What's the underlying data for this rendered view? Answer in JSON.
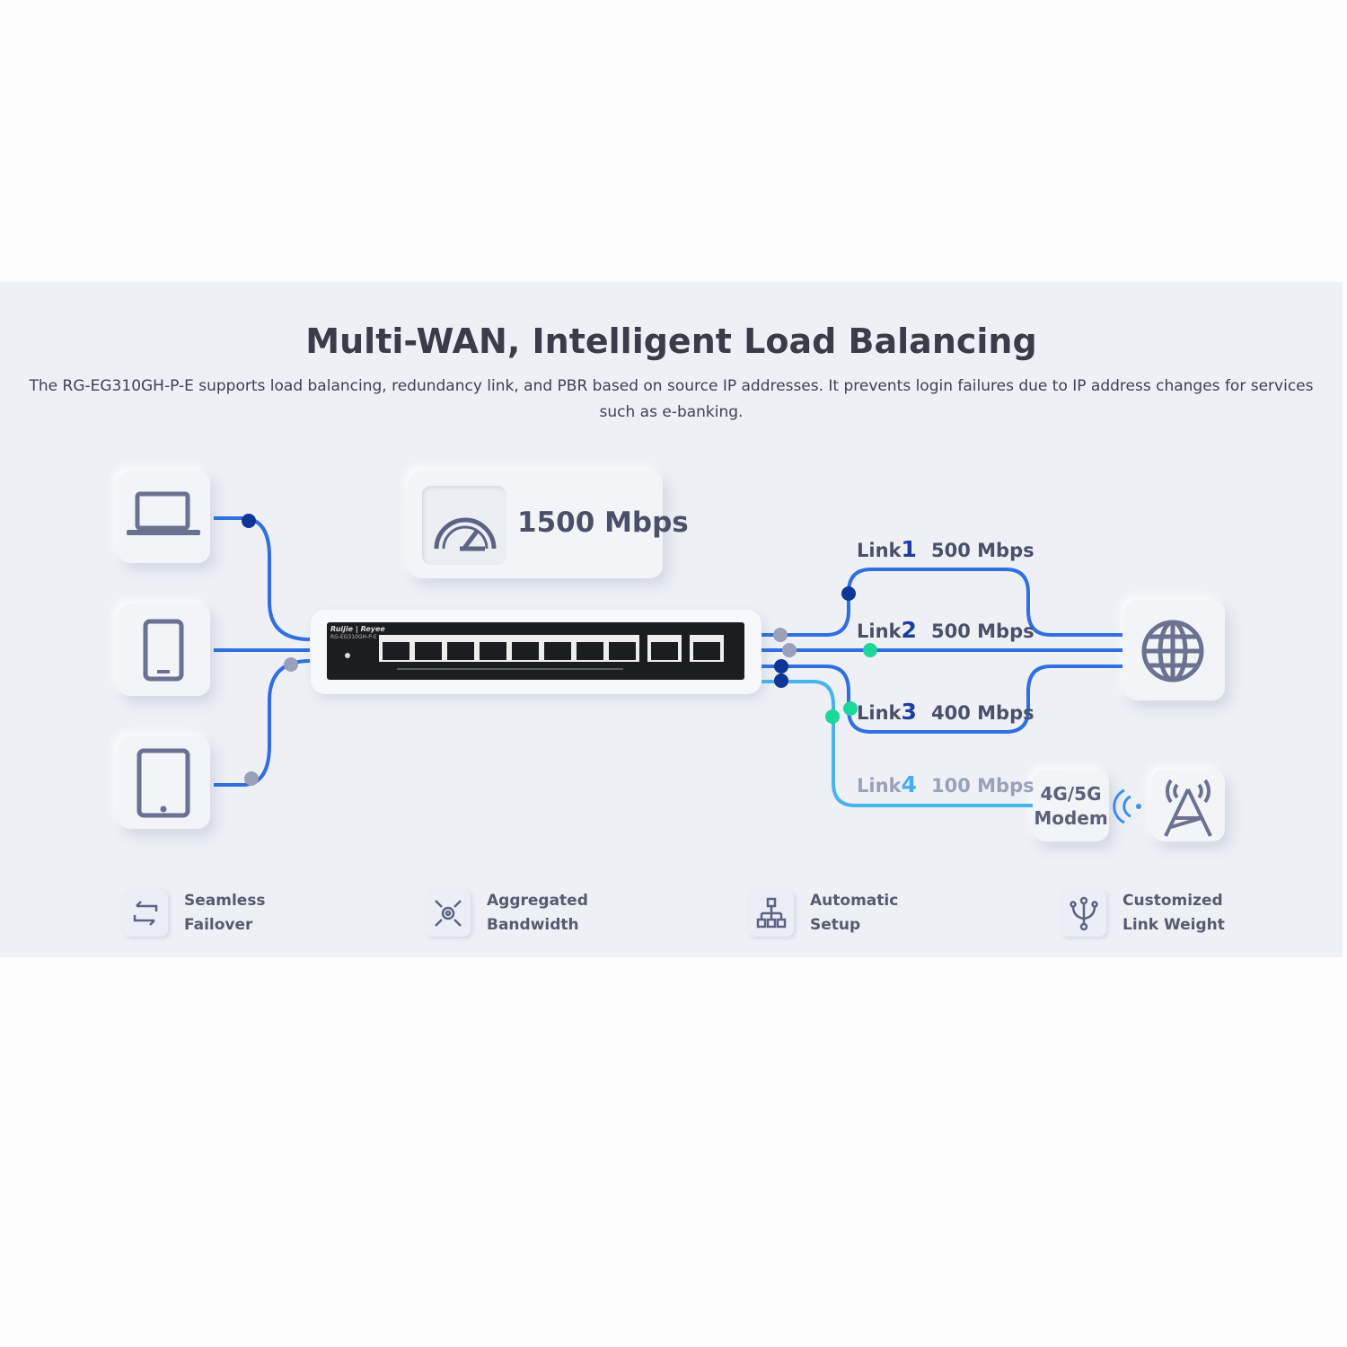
{
  "header": {
    "title": "Multi-WAN, Intelligent Load Balancing",
    "description": "The RG-EG310GH-P-E supports load balancing, redundancy link, and PBR based on source IP addresses. It prevents login failures due to IP address changes for services such as e-banking."
  },
  "diagram": {
    "total_speed": "1500 Mbps",
    "device": {
      "brand": "Ruijie | Reyee",
      "model": "RG-EG310GH-P-E"
    },
    "links": [
      {
        "name": "Link",
        "num": "1",
        "speed": "500 Mbps"
      },
      {
        "name": "Link",
        "num": "2",
        "speed": "500 Mbps"
      },
      {
        "name": "Link",
        "num": "3",
        "speed": "400 Mbps"
      },
      {
        "name": "Link",
        "num": "4",
        "speed": "100 Mbps"
      }
    ],
    "modem": {
      "line1": "4G/5G",
      "line2": "Modem"
    },
    "colors": {
      "dark": "#0f3596",
      "mid": "#2f6fe0",
      "light": "#48aef0",
      "green": "#1fd69a",
      "gray": "#9aa0b8"
    }
  },
  "features": [
    {
      "icon": "swap-arrows-icon",
      "line1": "Seamless",
      "line2": "Failover"
    },
    {
      "icon": "converge-arrows-icon",
      "line1": "Aggregated",
      "line2": "Bandwidth"
    },
    {
      "icon": "hierarchy-icon",
      "line1": "Automatic",
      "line2": "Setup"
    },
    {
      "icon": "trident-icon",
      "line1": "Customized",
      "line2": "Link Weight"
    }
  ]
}
